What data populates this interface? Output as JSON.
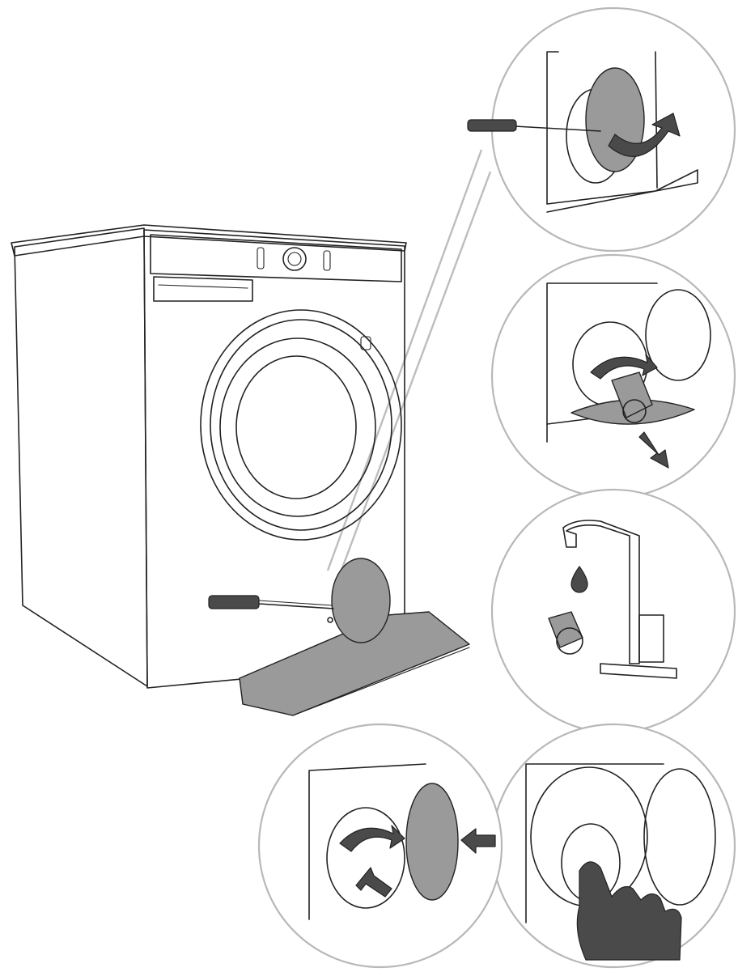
{
  "figure": {
    "main": "washing-machine-with-open-filter-flap",
    "steps": [
      {
        "icon": "screwdriver-open-flap-icon",
        "action": "open"
      },
      {
        "icon": "unscrew-filter-icon",
        "action": "unscrew-and-drain"
      },
      {
        "icon": "rinse-under-tap-icon",
        "action": "clean"
      },
      {
        "icon": "reinsert-filter-icon",
        "action": "insert"
      },
      {
        "icon": "screw-filter-closed-icon",
        "action": "close"
      }
    ],
    "colors": {
      "line": "#222222",
      "shade": "#9a9a9a",
      "dark": "#4a4a4a",
      "bubble": "#b8b8b8"
    }
  }
}
